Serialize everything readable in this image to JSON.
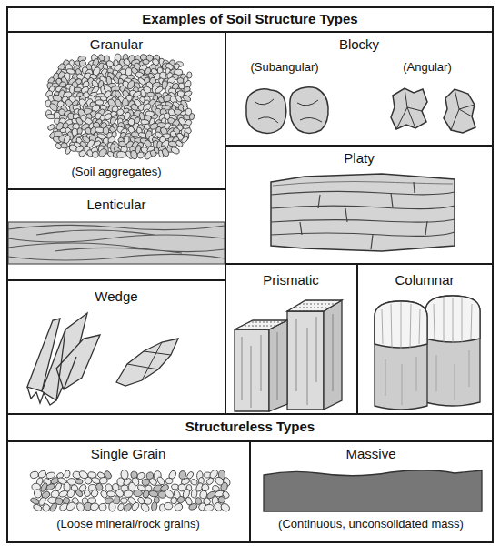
{
  "diagram": {
    "title": "Examples of Soil Structure Types",
    "nodes": [
      {
        "text": [
          "Granular",
          "(Soil aggregates)"
        ]
      },
      {
        "text": [
          "Blocky",
          "(Subangular)",
          "(Angular)"
        ]
      },
      {
        "text": [
          "Platy"
        ]
      },
      {
        "text": [
          "Lenticular"
        ]
      },
      {
        "text": [
          "Wedge"
        ]
      },
      {
        "text": [
          "Prismatic"
        ]
      },
      {
        "text": [
          "Columnar"
        ]
      },
      {
        "text": [
          "Structureless Types"
        ]
      },
      {
        "text": [
          "Single Grain",
          "(Loose mineral/rock grains)"
        ]
      },
      {
        "text": [
          "Massive",
          "(Continuous, unconsolidated mass)"
        ]
      }
    ]
  }
}
